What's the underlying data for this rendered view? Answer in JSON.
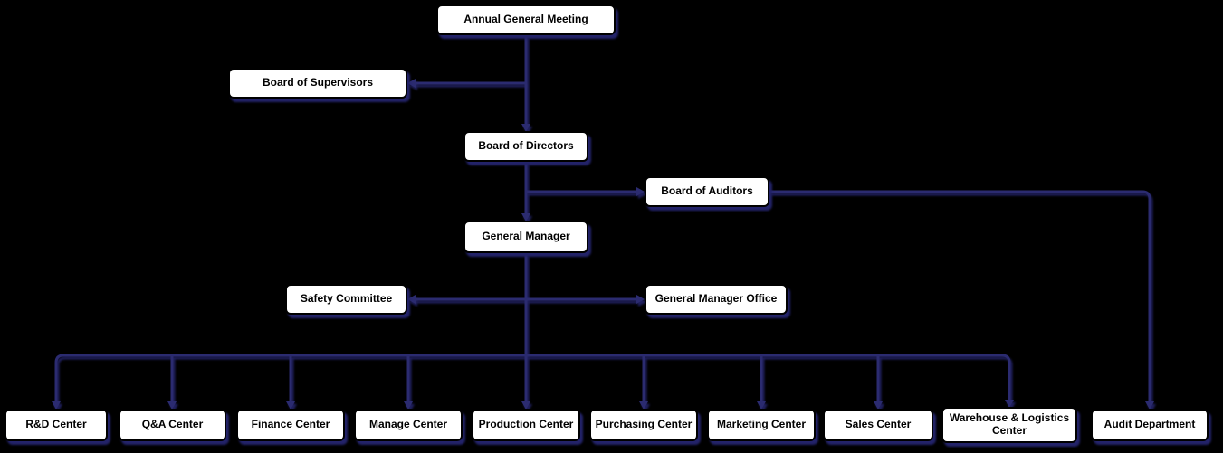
{
  "colors": {
    "background": "#000000",
    "connector_line": "#2b2b70",
    "box_fill": "#ffffff",
    "box_border": "#000000",
    "box_shadow": "#23236a",
    "text": "#000000"
  },
  "nodes": {
    "annual_general_meeting": {
      "label": "Annual General Meeting"
    },
    "board_of_supervisors": {
      "label": "Board of Supervisors"
    },
    "board_of_directors": {
      "label": "Board of Directors"
    },
    "board_of_auditors": {
      "label": "Board of Auditors"
    },
    "general_manager": {
      "label": "General Manager"
    },
    "safety_committee": {
      "label": "Safety Committee"
    },
    "general_manager_office": {
      "label": "General Manager Office"
    },
    "departments": [
      {
        "label": "R&D Center"
      },
      {
        "label": "Q&A Center"
      },
      {
        "label": "Finance Center"
      },
      {
        "label": "Manage Center"
      },
      {
        "label": "Production Center"
      },
      {
        "label": "Purchasing Center"
      },
      {
        "label": "Marketing Center"
      },
      {
        "label": "Sales Center"
      },
      {
        "label": "Warehouse & Logistics Center"
      },
      {
        "label": "Audit Department"
      }
    ]
  },
  "edges": [
    {
      "from": "Annual General Meeting",
      "to": "Board of Directors"
    },
    {
      "from": "Annual General Meeting",
      "to": "Board of Supervisors"
    },
    {
      "from": "Board of Directors",
      "to": "General Manager"
    },
    {
      "from": "Board of Directors",
      "to": "Board of Auditors"
    },
    {
      "from": "Board of Auditors",
      "to": "Audit Department"
    },
    {
      "from": "General Manager",
      "to": "Safety Committee"
    },
    {
      "from": "General Manager",
      "to": "General Manager Office"
    },
    {
      "from": "General Manager",
      "to": "R&D Center"
    },
    {
      "from": "General Manager",
      "to": "Q&A Center"
    },
    {
      "from": "General Manager",
      "to": "Finance Center"
    },
    {
      "from": "General Manager",
      "to": "Manage Center"
    },
    {
      "from": "General Manager",
      "to": "Production Center"
    },
    {
      "from": "General Manager",
      "to": "Purchasing Center"
    },
    {
      "from": "General Manager",
      "to": "Marketing Center"
    },
    {
      "from": "General Manager",
      "to": "Sales Center"
    },
    {
      "from": "General Manager",
      "to": "Warehouse & Logistics Center"
    }
  ]
}
